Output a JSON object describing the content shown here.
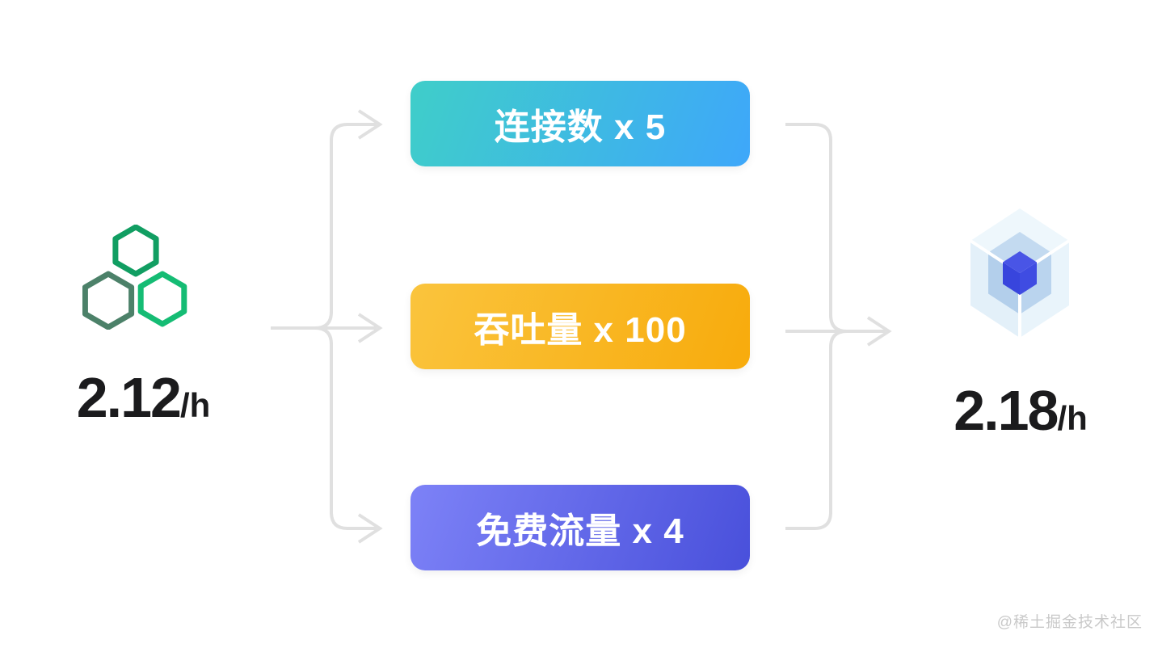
{
  "diagram": {
    "left_node": {
      "icon": "hexagon-cluster",
      "value": "2.12",
      "unit": "/h",
      "hex_colors": [
        "#119e62",
        "#4c8169",
        "#15bc74"
      ]
    },
    "right_node": {
      "icon": "layered-cube",
      "value": "2.18",
      "unit": "/h",
      "cube_colors": {
        "outer": "#e9f4fb",
        "middle": "#b8d3ee",
        "inner": "#3c49e1"
      }
    },
    "multipliers": [
      {
        "label": "连接数 x 5",
        "color_start": "#3fcec9",
        "color_end": "#3ea7fa"
      },
      {
        "label": "吞吐量 x 100",
        "color_start": "#fac43d",
        "color_end": "#f8ab0c"
      },
      {
        "label": "免费流量 x 4",
        "color_start": "#7d82f7",
        "color_end": "#4950db"
      }
    ],
    "arrow_color": "#e0e0e0",
    "text_color": "#1b1b1d"
  },
  "watermark": "@稀土掘金技术社区"
}
